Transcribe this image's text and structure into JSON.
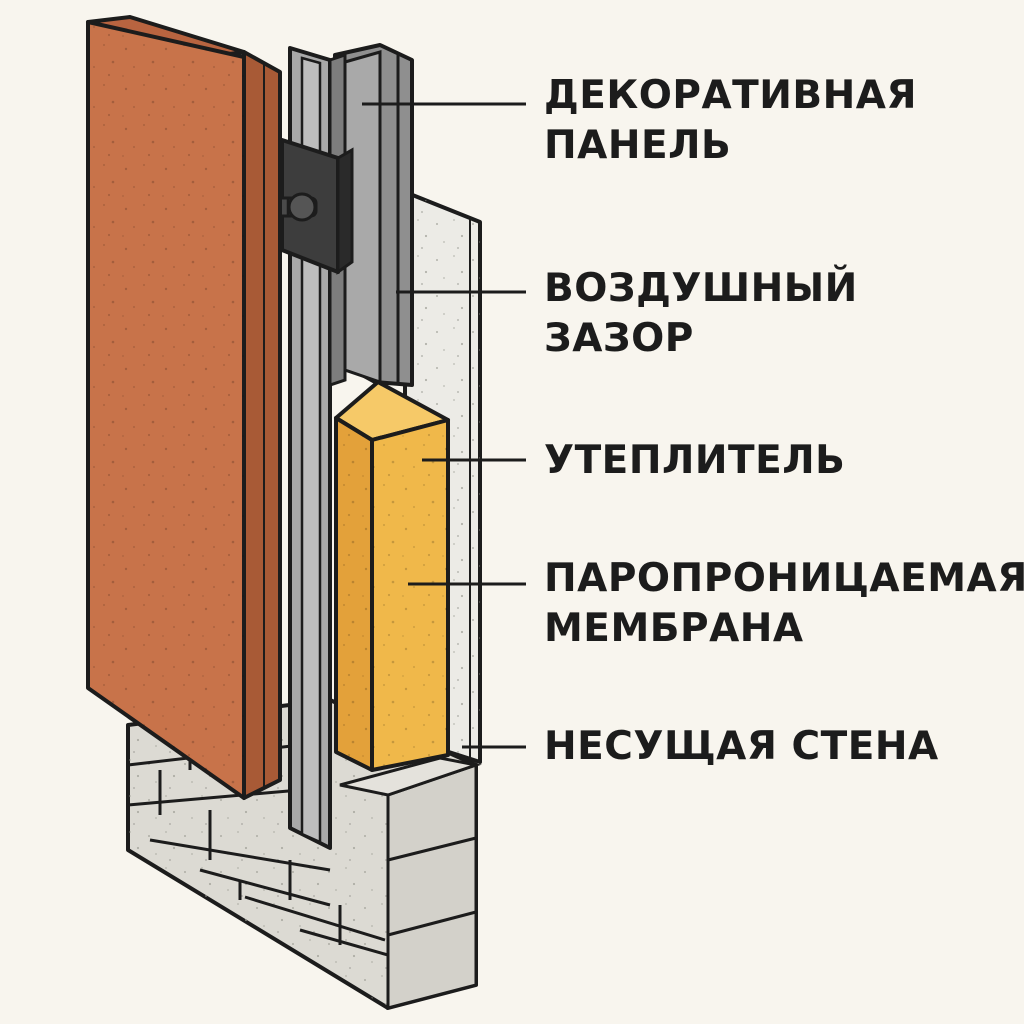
{
  "labels": [
    {
      "lines": [
        "ДЕКОРАТИВНАЯ",
        "ПАНЕЛЬ"
      ]
    },
    {
      "lines": [
        "ВОЗДУШНЫЙ",
        "ЗАЗОР"
      ]
    },
    {
      "lines": [
        "УТЕПЛИТЕЛЬ"
      ]
    },
    {
      "lines": [
        "ПАРОПРОНИЦАЕМАЯ",
        "МЕМБРАНА"
      ]
    },
    {
      "lines": [
        "НЕСУЩАЯ СТЕНА"
      ]
    }
  ],
  "colors": {
    "background": "#f8f5ee",
    "panel": "#c8734a",
    "panel_side": "#a85a36",
    "profile": "#a9a9a9",
    "insulation": "#f0b84a",
    "membrane": "#ecebe6",
    "brick": "#dcdad3",
    "outline": "#1c1c1c"
  }
}
